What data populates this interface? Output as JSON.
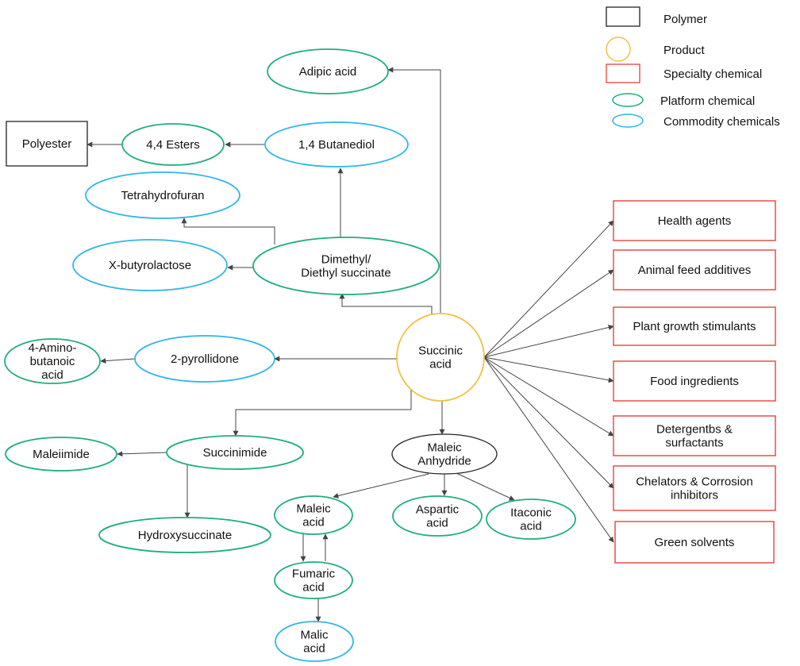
{
  "colors": {
    "polymer": "#222222",
    "product": "#f0c242",
    "specialty": "#e84040",
    "platform": "#1fae7a",
    "commodity": "#30b6e6",
    "arrow": "#444444",
    "text": "#111111"
  },
  "legend": [
    {
      "type": "polymer",
      "label": "Polymer"
    },
    {
      "type": "product",
      "label": "Product"
    },
    {
      "type": "specialty",
      "label": "Specialty chemical"
    },
    {
      "type": "platform",
      "label": "Platform chemical"
    },
    {
      "type": "commodity",
      "label": "Commodity chemicals"
    }
  ],
  "nodes": [
    {
      "id": "succinic",
      "type": "product",
      "lines": [
        "Succinic",
        "acid"
      ]
    },
    {
      "id": "adipic",
      "type": "platform",
      "lines": [
        "Adipic acid"
      ]
    },
    {
      "id": "butanediol",
      "type": "commodity",
      "lines": [
        "1,4 Butanediol"
      ]
    },
    {
      "id": "esters",
      "type": "platform",
      "lines": [
        "4,4 Esters"
      ]
    },
    {
      "id": "polyester",
      "type": "polymer",
      "lines": [
        "Polyester"
      ]
    },
    {
      "id": "thf",
      "type": "commodity",
      "lines": [
        "Tetrahydrofuran"
      ]
    },
    {
      "id": "butyrolactose",
      "type": "commodity",
      "lines": [
        "X-butyrolactose"
      ]
    },
    {
      "id": "dimethyl",
      "type": "platform",
      "lines": [
        "Dimethyl/",
        "Diethyl succinate"
      ]
    },
    {
      "id": "aminobutanoic",
      "type": "platform",
      "lines": [
        "4-Amino-",
        "butanoic",
        "acid"
      ]
    },
    {
      "id": "pyrollidone",
      "type": "commodity",
      "lines": [
        "2-pyrollidone"
      ]
    },
    {
      "id": "maleiimide",
      "type": "platform",
      "lines": [
        "Maleiimide"
      ]
    },
    {
      "id": "succinimide",
      "type": "platform",
      "lines": [
        "Succinimide"
      ]
    },
    {
      "id": "hydroxysuccinate",
      "type": "platform",
      "lines": [
        "Hydroxysuccinate"
      ]
    },
    {
      "id": "maleic_anhydride",
      "type": "polymer_ellipse",
      "lines": [
        "Maleic",
        "Anhydride"
      ]
    },
    {
      "id": "maleic_acid",
      "type": "platform",
      "lines": [
        "Maleic",
        "acid"
      ]
    },
    {
      "id": "aspartic",
      "type": "platform",
      "lines": [
        "Aspartic",
        "acid"
      ]
    },
    {
      "id": "itaconic",
      "type": "platform",
      "lines": [
        "Itaconic",
        "acid"
      ]
    },
    {
      "id": "fumaric",
      "type": "platform",
      "lines": [
        "Fumaric",
        "acid"
      ]
    },
    {
      "id": "malic",
      "type": "commodity",
      "lines": [
        "Malic",
        "acid"
      ]
    },
    {
      "id": "health",
      "type": "specialty",
      "lines": [
        "Health agents"
      ]
    },
    {
      "id": "animal",
      "type": "specialty",
      "lines": [
        "Animal feed additives"
      ]
    },
    {
      "id": "plant",
      "type": "specialty",
      "lines": [
        "Plant growth stimulants"
      ]
    },
    {
      "id": "food",
      "type": "specialty",
      "lines": [
        "Food ingredients"
      ]
    },
    {
      "id": "detergents",
      "type": "specialty",
      "lines": [
        "Detergentbs &",
        "surfactants"
      ]
    },
    {
      "id": "chelators",
      "type": "specialty",
      "lines": [
        "Chelators & Corrosion",
        "inhibitors"
      ]
    },
    {
      "id": "green",
      "type": "specialty",
      "lines": [
        "Green solvents"
      ]
    }
  ],
  "edges": [
    {
      "from": "succinic",
      "to": "adipic"
    },
    {
      "from": "dimethyl",
      "to": "butanediol"
    },
    {
      "from": "butanediol",
      "to": "esters"
    },
    {
      "from": "esters",
      "to": "polyester"
    },
    {
      "from": "dimethyl",
      "to": "thf"
    },
    {
      "from": "dimethyl",
      "to": "butyrolactose"
    },
    {
      "from": "succinic",
      "to": "dimethyl"
    },
    {
      "from": "succinic",
      "to": "pyrollidone"
    },
    {
      "from": "pyrollidone",
      "to": "aminobutanoic"
    },
    {
      "from": "succinic",
      "to": "succinimide"
    },
    {
      "from": "succinimide",
      "to": "maleiimide"
    },
    {
      "from": "succinimide",
      "to": "hydroxysuccinate"
    },
    {
      "from": "succinic",
      "to": "maleic_anhydride"
    },
    {
      "from": "maleic_anhydride",
      "to": "maleic_acid"
    },
    {
      "from": "maleic_anhydride",
      "to": "aspartic"
    },
    {
      "from": "maleic_anhydride",
      "to": "itaconic"
    },
    {
      "from": "maleic_acid",
      "to": "fumaric"
    },
    {
      "from": "fumaric",
      "to": "maleic_acid"
    },
    {
      "from": "fumaric",
      "to": "malic"
    },
    {
      "from": "succinic",
      "to": "health"
    },
    {
      "from": "succinic",
      "to": "animal"
    },
    {
      "from": "succinic",
      "to": "plant"
    },
    {
      "from": "succinic",
      "to": "food"
    },
    {
      "from": "succinic",
      "to": "detergents"
    },
    {
      "from": "succinic",
      "to": "chelators"
    },
    {
      "from": "succinic",
      "to": "green"
    }
  ]
}
